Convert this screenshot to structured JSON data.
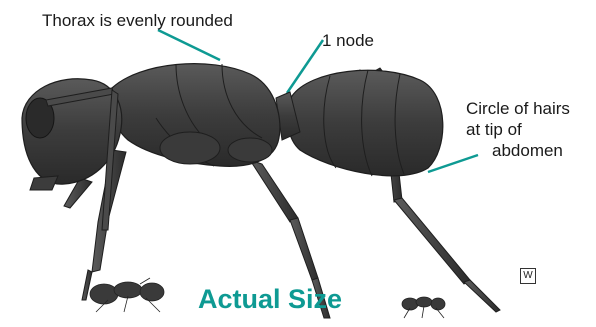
{
  "labels": {
    "thorax": "Thorax is evenly rounded",
    "node": "1 node",
    "hairs_line1": "Circle of hairs",
    "hairs_line2": "at tip of",
    "hairs_line3": "abdomen"
  },
  "footer": {
    "actual_size": "Actual Size"
  },
  "colors": {
    "leader_line": "#0e9a93",
    "ant_body": "#3b3b3b",
    "ant_highlight": "#6e6e6e",
    "caption": "#0e9a93"
  }
}
